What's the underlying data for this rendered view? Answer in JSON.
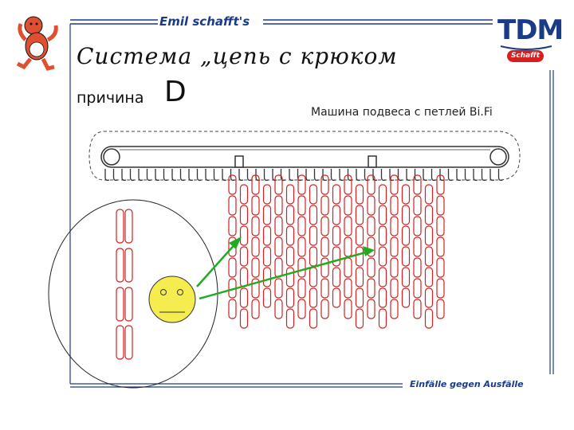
{
  "header": {
    "brand": "Emil schafft's",
    "logo_text": "TDM",
    "logo_badge": "Schafft"
  },
  "slide": {
    "title": "Система „цепь с крюком",
    "reason_label": "причина",
    "reason_letter": "D",
    "machine_label": "Машина подвеса с петлей Bi.Fi"
  },
  "footer": {
    "slogan": "Einfälle gegen Ausfälle"
  },
  "colors": {
    "brand_blue": "#1a3c88",
    "chain_red": "#d42020",
    "arrow_green": "#22aa22",
    "face_yellow": "#f5ec50"
  },
  "icons": [
    "mascot-icon",
    "smiley-icon",
    "tdm-logo-icon"
  ]
}
